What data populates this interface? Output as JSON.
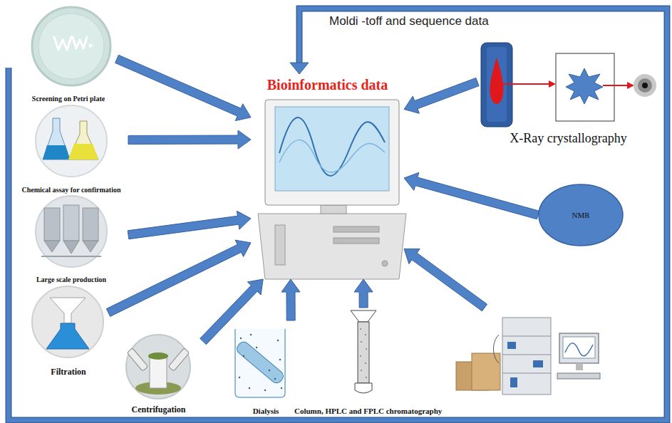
{
  "diagram": {
    "nodes": [
      {
        "text": [
          "Screening on Petri plate"
        ]
      },
      {
        "text": [
          "Bioinformatics data"
        ]
      },
      {
        "text": [
          "X-Ray crystallography"
        ]
      },
      {
        "text": [
          "Chemical assay for confirmation"
        ]
      },
      {
        "text": [
          "NMR"
        ]
      },
      {
        "text": [
          "Large scale production"
        ]
      },
      {
        "text": [
          "Filtration"
        ]
      },
      {
        "text": [
          "Centrifugation"
        ]
      },
      {
        "text": [
          "Dialysis"
        ]
      },
      {
        "text": [
          "Column, HPLC and FPLC chromatography"
        ]
      }
    ],
    "edges": [
      {
        "from": 0,
        "to": 1,
        "arrow": "to"
      },
      {
        "from": 2,
        "to": 1,
        "arrow": "to"
      },
      {
        "from": 3,
        "to": 1,
        "arrow": "to"
      },
      {
        "from": 4,
        "to": 1,
        "arrow": "to"
      },
      {
        "from": 5,
        "to": 1,
        "arrow": "to"
      },
      {
        "from": 6,
        "to": 1,
        "arrow": "to"
      },
      {
        "from": 7,
        "to": 1,
        "arrow": "to"
      },
      {
        "from": 8,
        "to": 1,
        "arrow": "to"
      },
      {
        "from": 9,
        "to": 1,
        "arrow": "to"
      },
      {
        "from": 9,
        "to": 1,
        "arrow": "to"
      }
    ],
    "labels": [
      "Moldi -toff and sequence data"
    ]
  }
}
